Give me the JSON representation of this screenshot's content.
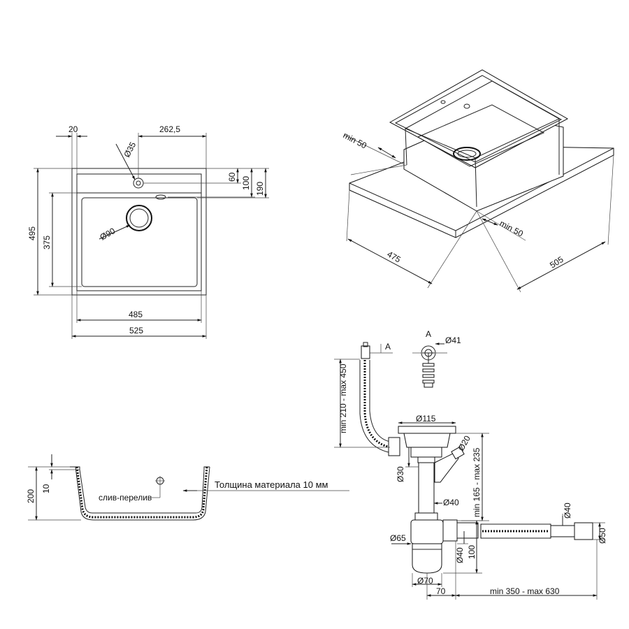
{
  "top_view": {
    "dims": {
      "d20": "20",
      "d262": "262,5",
      "d35": "Ø35",
      "d60": "60",
      "d100": "100",
      "d190": "190",
      "d495": "495",
      "d375": "375",
      "d90": "Ø90",
      "d485": "485",
      "d525": "525"
    }
  },
  "iso_view": {
    "dims": {
      "min50_top": "min 50",
      "min50_bottom": "min 50",
      "d475": "475",
      "d505": "505"
    }
  },
  "section_view": {
    "dims": {
      "d200": "200",
      "d10": "10"
    },
    "overflow_label": "слив-перелив",
    "thickness_note": "Толщина материала 10 мм"
  },
  "siphon": {
    "detail_marker": "A",
    "detail_title": "A",
    "dims": {
      "d41": "Ø41",
      "hose_range": "min 210 - max 450",
      "d115": "Ø115",
      "d20": "Ø20",
      "range_165_235": "min 165 - max 235",
      "d30": "Ø30",
      "d40_mid": "Ø40",
      "d40_right": "Ø40",
      "d50": "Ø50",
      "d65": "Ø65",
      "d40_low": "Ø40",
      "d100": "100",
      "d70_dia": "Ø70",
      "d70": "70",
      "range_350_630": "min 350 - max 630"
    }
  }
}
